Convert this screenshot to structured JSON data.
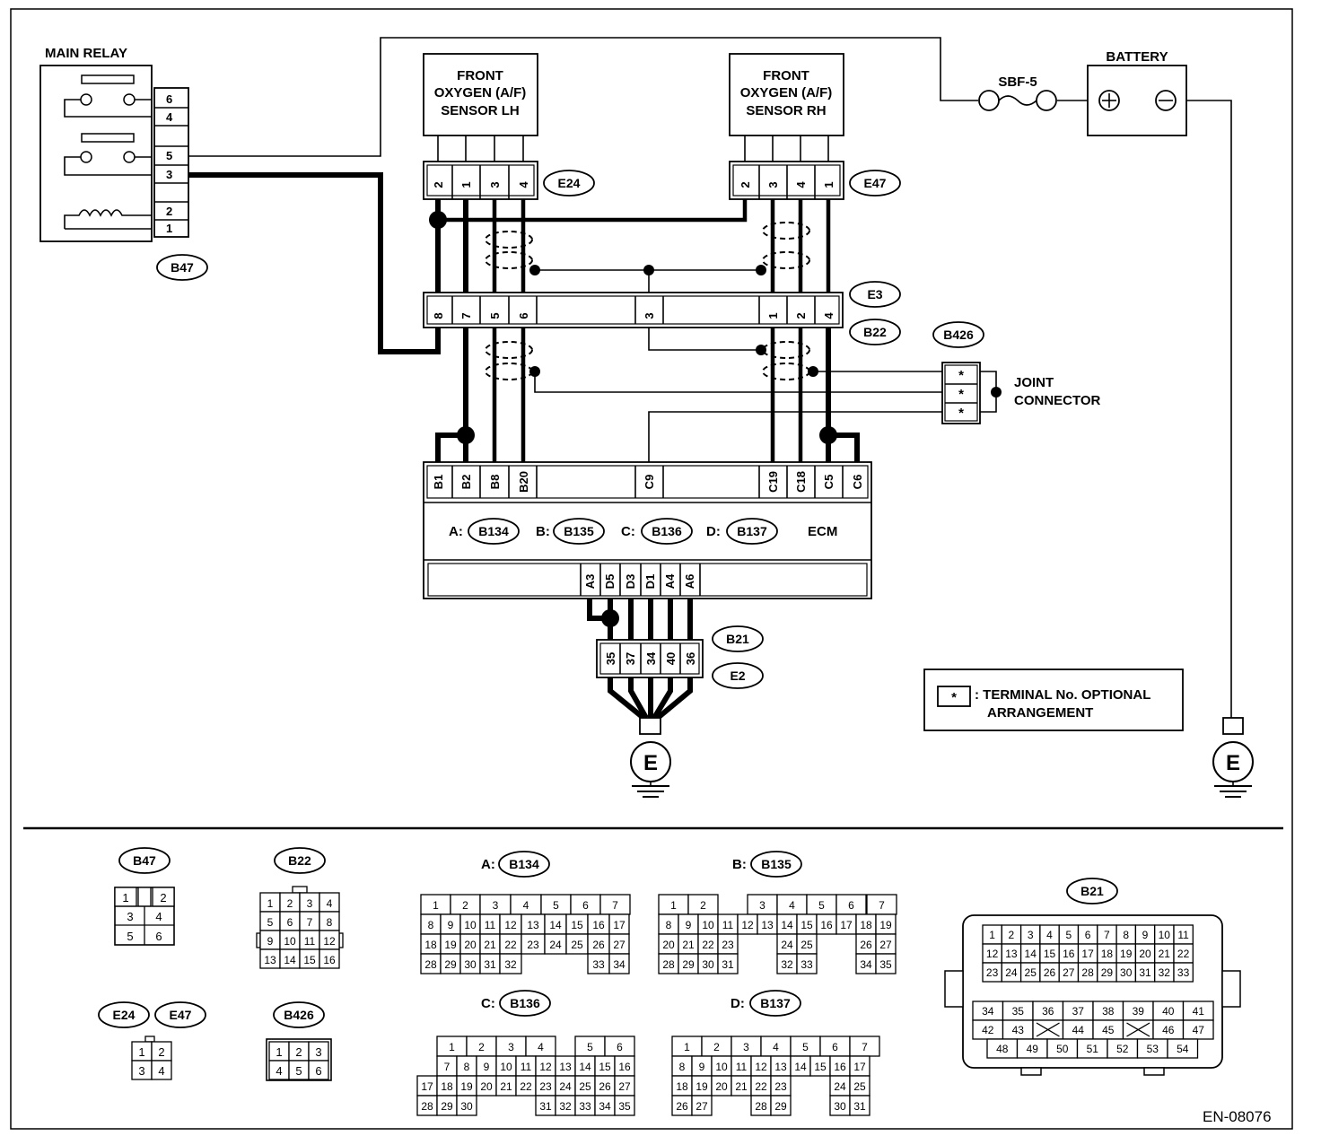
{
  "diagram_id": "EN-08076",
  "components": {
    "main_relay": "MAIN RELAY",
    "battery": "BATTERY",
    "fuse": "SBF-5",
    "sensor_lh": [
      "FRONT",
      "OXYGEN (A/F)",
      "SENSOR LH"
    ],
    "sensor_rh": [
      "FRONT",
      "OXYGEN (A/F)",
      "SENSOR RH"
    ],
    "joint_connector": [
      "JOINT",
      "CONNECTOR"
    ],
    "ecm": "ECM",
    "ground": "E"
  },
  "connector_tags": {
    "b47": "B47",
    "e24": "E24",
    "e47": "E47",
    "e3": "E3",
    "b22": "B22",
    "b426": "B426",
    "b21": "B21",
    "e2": "E2",
    "b134": "B134",
    "b135": "B135",
    "b136": "B136",
    "b137": "B137"
  },
  "ecm_prefix": {
    "a": "A:",
    "b": "B:",
    "c": "C:",
    "d": "D:"
  },
  "pins": {
    "relay": [
      "6",
      "4",
      "5",
      "3",
      "2",
      "1"
    ],
    "e24": [
      "2",
      "1",
      "3",
      "4"
    ],
    "e47": [
      "2",
      "3",
      "4",
      "1"
    ],
    "e3_left": [
      "8",
      "7",
      "5",
      "6"
    ],
    "e3_mid": "3",
    "e3_right": [
      "1",
      "2",
      "4"
    ],
    "ecm_top": [
      "B1",
      "B2",
      "B8",
      "B20",
      "C9",
      "C19",
      "C18",
      "C5",
      "C6"
    ],
    "ecm_bottom": [
      "A3",
      "D5",
      "D3",
      "D1",
      "A4",
      "A6"
    ],
    "b21": [
      "35",
      "37",
      "34",
      "40",
      "36"
    ],
    "joint": [
      "*",
      "*",
      "*"
    ]
  },
  "legend": {
    "symbol": "*",
    "text_line1": ": TERMINAL No. OPTIONAL",
    "text_line2": "ARRANGEMENT"
  },
  "connector_views": {
    "b47": [
      [
        "1",
        "2"
      ],
      [
        "3",
        "4"
      ],
      [
        "5",
        "6"
      ]
    ],
    "b22": [
      [
        "1",
        "2",
        "3",
        "4"
      ],
      [
        "5",
        "6",
        "7",
        "8"
      ],
      [
        "9",
        "10",
        "11",
        "12"
      ],
      [
        "13",
        "14",
        "15",
        "16"
      ]
    ],
    "e24_e47": [
      [
        "1",
        "2"
      ],
      [
        "3",
        "4"
      ]
    ],
    "b426": [
      [
        "1",
        "2",
        "3"
      ],
      [
        "4",
        "5",
        "6"
      ]
    ],
    "b134": [
      [
        "1",
        "2",
        "3",
        "4",
        "5",
        "6",
        "7"
      ],
      [
        "8",
        "9",
        "10",
        "11",
        "12",
        "13",
        "14",
        "15",
        "16",
        "17"
      ],
      [
        "18",
        "19",
        "20",
        "21",
        "22",
        "23",
        "24",
        "25",
        "26",
        "27"
      ],
      [
        "28",
        "29",
        "30",
        "31",
        "32",
        "",
        "",
        "",
        "33",
        "34"
      ]
    ],
    "b135": [
      [
        "1",
        "2",
        "",
        "3",
        "4",
        "5",
        "6",
        "7"
      ],
      [
        "8",
        "9",
        "10",
        "11",
        "12",
        "13",
        "14",
        "15",
        "16",
        "17",
        "18",
        "19"
      ],
      [
        "20",
        "21",
        "22",
        "23",
        "",
        "",
        "24",
        "25",
        "",
        "",
        "26",
        "27"
      ],
      [
        "28",
        "29",
        "30",
        "31",
        "",
        "",
        "32",
        "33",
        "",
        "",
        "34",
        "35"
      ]
    ],
    "b136": [
      [
        "",
        "1",
        "2",
        "3",
        "4",
        "",
        "5",
        "6"
      ],
      [
        "",
        "7",
        "8",
        "9",
        "10",
        "11",
        "12",
        "13",
        "14",
        "15",
        "16"
      ],
      [
        "17",
        "18",
        "19",
        "20",
        "21",
        "22",
        "23",
        "24",
        "25",
        "26",
        "27"
      ],
      [
        "28",
        "29",
        "30",
        "",
        "",
        "31",
        "32",
        "33",
        "34",
        "35",
        ""
      ]
    ],
    "b137": [
      [
        "1",
        "2",
        "3",
        "4",
        "5",
        "6",
        "7"
      ],
      [
        "8",
        "9",
        "10",
        "11",
        "12",
        "13",
        "14",
        "15",
        "16",
        "17"
      ],
      [
        "18",
        "19",
        "20",
        "21",
        "22",
        "23",
        "",
        "",
        "24",
        "25"
      ],
      [
        "26",
        "27",
        "",
        "",
        "28",
        "29",
        "",
        "",
        "30",
        "31"
      ]
    ],
    "b21": [
      [
        "1",
        "2",
        "3",
        "4",
        "5",
        "6",
        "7",
        "8",
        "9",
        "10",
        "11"
      ],
      [
        "12",
        "13",
        "14",
        "15",
        "16",
        "17",
        "18",
        "19",
        "20",
        "21",
        "22"
      ],
      [
        "23",
        "24",
        "25",
        "26",
        "27",
        "28",
        "29",
        "30",
        "31",
        "32",
        "33"
      ],
      [
        "34",
        "35",
        "36",
        "37",
        "38",
        "39",
        "40",
        "41"
      ],
      [
        "42",
        "43",
        "",
        "44",
        "45",
        "",
        "46",
        "47"
      ],
      [
        "48",
        "49",
        "50",
        "51",
        "52",
        "53",
        "54"
      ]
    ]
  }
}
